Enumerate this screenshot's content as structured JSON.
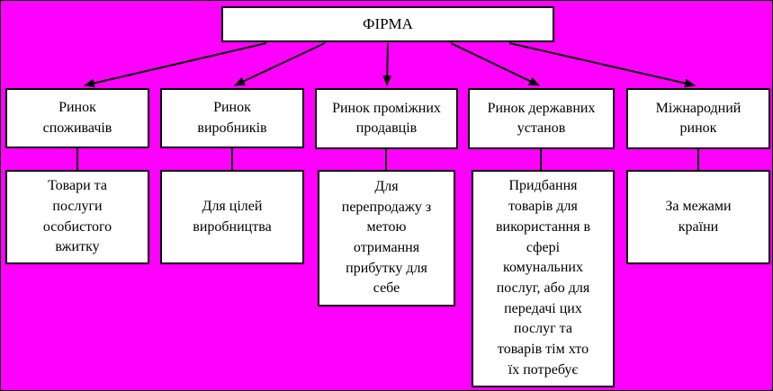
{
  "diagram": {
    "root": {
      "label": "ФІРМА"
    },
    "branches": [
      {
        "market": "Ринок\nспоживачів",
        "description": "Товари та\nпослуги\nособистого\nвжитку"
      },
      {
        "market": "Ринок\nвиробників",
        "description": "Для цілей\nвиробництва"
      },
      {
        "market": "Ринок проміжних\nпродавців",
        "description": "Для\nперепродажу з\nметою\nотримання\nприбутку для\nсебе"
      },
      {
        "market": "Ринок державних\nустанов",
        "description": "Придбання\nтоварів для\nвикористання в\nсфері\nкомунальних\nпослуг, або для\nпередачі цих\nпослуг та\nтоварів тім хто\nїх потребує"
      },
      {
        "market": "Міжнародний\nринок",
        "description": "За межами\nкраїни"
      }
    ],
    "colors": {
      "background": "#FF00FF",
      "box_fill": "#FFFFFF",
      "border": "#000000",
      "text": "#000000",
      "connector": "#000000"
    }
  }
}
